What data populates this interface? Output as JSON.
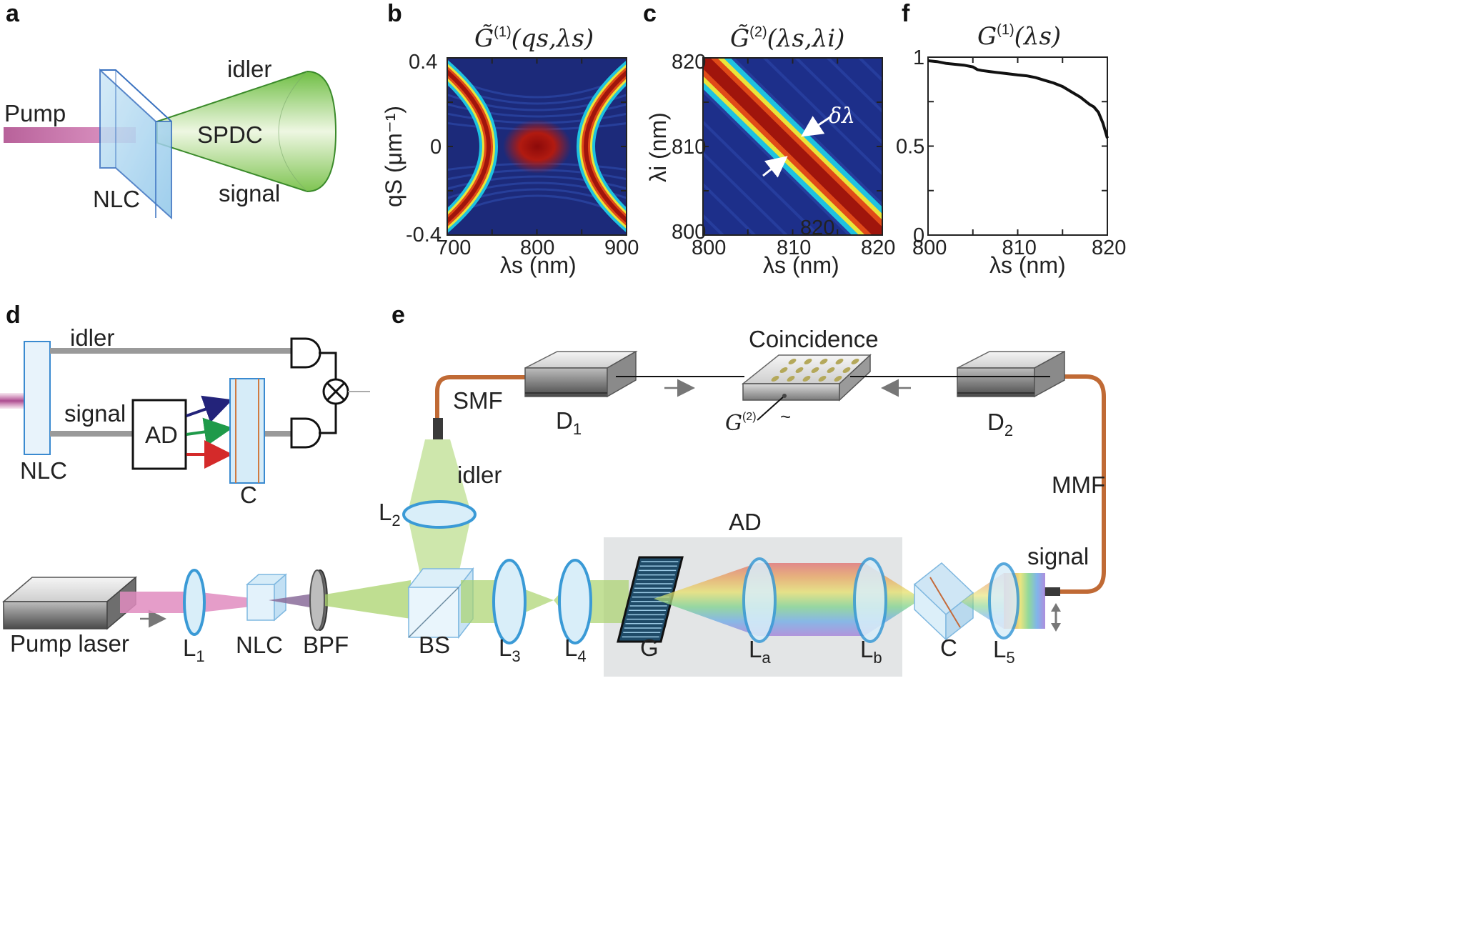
{
  "panel_letters": {
    "a": "a",
    "b": "b",
    "c": "c",
    "d": "d",
    "e": "e",
    "f": "f"
  },
  "panel_a": {
    "pump": "Pump",
    "idler": "idler",
    "spdc": "SPDC",
    "signal": "signal",
    "nlc": "NLC"
  },
  "panel_b": {
    "title_main": "G̃",
    "title_sup": "(1)",
    "title_args": "(qs,λs)",
    "xlabel": "λs (nm)",
    "ylabel": "qS (μm⁻¹)",
    "xticks": [
      "700",
      "800",
      "900"
    ],
    "yticks": [
      "0.4",
      "0",
      "-0.4"
    ]
  },
  "panel_c": {
    "title_main": "G̃",
    "title_sup": "(2)",
    "title_args": "(λs,λi)",
    "xlabel": "λs (nm)",
    "ylabel": "λi (nm)",
    "xticks": [
      "800",
      "810",
      "820"
    ],
    "yticks": [
      "820",
      "810",
      "800"
    ],
    "inner_label": "820",
    "annotation": "δλ"
  },
  "panel_d": {
    "idler": "idler",
    "signal": "signal",
    "ad": "AD",
    "nlc": "NLC",
    "c": "C"
  },
  "panel_e": {
    "coincidence": "Coincidence",
    "smf": "SMF",
    "mmf": "MMF",
    "d1": "D",
    "d1_sub": "1",
    "d2": "D",
    "d2_sub": "2",
    "g2": "G",
    "g2_sup": "(2)",
    "tilde": "~",
    "idler": "idler",
    "signal": "signal",
    "ad": "AD",
    "pump_laser": "Pump laser",
    "l1": "L",
    "l1_sub": "1",
    "nlc": "NLC",
    "bpf": "BPF",
    "bs": "BS",
    "l2": "L",
    "l2_sub": "2",
    "l3": "L",
    "l3_sub": "3",
    "l4": "L",
    "l4_sub": "4",
    "g": "G",
    "la": "L",
    "la_sub": "a",
    "lb": "L",
    "lb_sub": "b",
    "c": "C",
    "l5": "L",
    "l5_sub": "5"
  },
  "chart_data": [
    {
      "type": "heatmap",
      "title": "G̃(1)(qs,λs)",
      "xlabel": "λs (nm)",
      "ylabel": "qS (μm⁻¹)",
      "xlim": [
        700,
        900
      ],
      "ylim": [
        -0.4,
        0.4
      ],
      "xticks": [
        700,
        800,
        900
      ],
      "yticks": [
        -0.4,
        0,
        0.4
      ],
      "description_shape": "X-shaped high-intensity region centered at (800, 0)"
    },
    {
      "type": "heatmap",
      "title": "G̃(2)(λs,λi)",
      "xlabel": "λs (nm)",
      "ylabel": "λi (nm)",
      "xlim": [
        800,
        820
      ],
      "ylim": [
        800,
        820
      ],
      "xticks": [
        800,
        810,
        820
      ],
      "yticks": [
        800,
        810,
        820
      ],
      "band": {
        "from": [
          800,
          820
        ],
        "to": [
          820,
          800
        ]
      }
    },
    {
      "type": "line",
      "title": "G(1)(λs)",
      "xlabel": "λs (nm)",
      "ylabel": "",
      "xlim": [
        800,
        820
      ],
      "ylim": [
        0,
        1
      ],
      "xticks": [
        800,
        810,
        820
      ],
      "yticks": [
        0,
        0.5,
        1
      ],
      "x": [
        800,
        801,
        802,
        803,
        804,
        805,
        805.5,
        806,
        807,
        808,
        809,
        810,
        811,
        812,
        813,
        814,
        815,
        816,
        817,
        818,
        818.5,
        819,
        819.5,
        820
      ],
      "y": [
        0.98,
        0.975,
        0.965,
        0.96,
        0.955,
        0.945,
        0.93,
        0.925,
        0.918,
        0.912,
        0.906,
        0.9,
        0.895,
        0.885,
        0.87,
        0.855,
        0.835,
        0.805,
        0.775,
        0.735,
        0.72,
        0.69,
        0.63,
        0.545
      ]
    }
  ]
}
